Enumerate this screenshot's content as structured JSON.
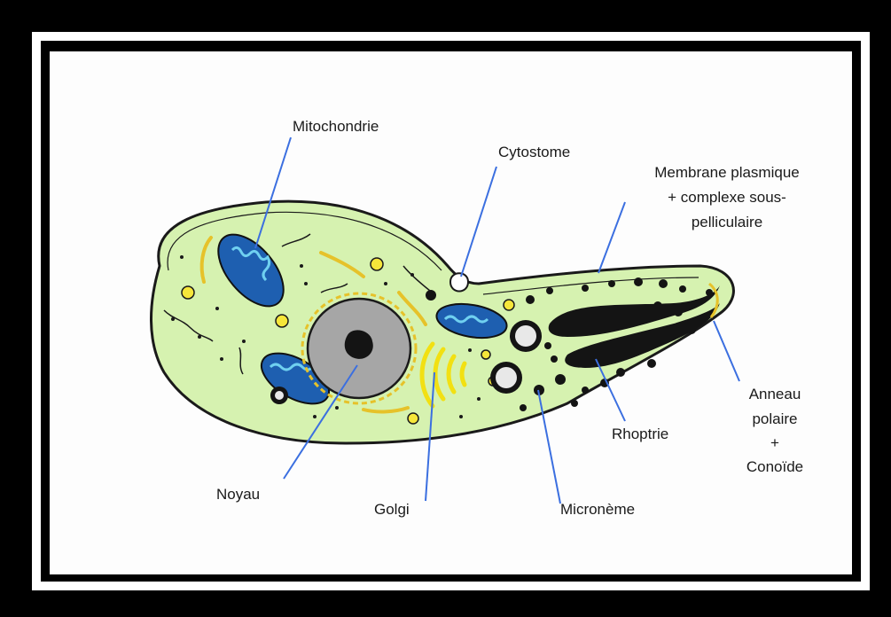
{
  "labels": {
    "mitochondrie": "Mitochondrie",
    "cytostome": "Cytostome",
    "membrane_line1": "Membrane plasmique",
    "membrane_line2": "+ complexe sous-",
    "membrane_line3": "pelliculaire",
    "noyau": "Noyau",
    "golgi": "Golgi",
    "microneme": "Micronème",
    "rhoptrie": "Rhoptrie",
    "anneau_line1": "Anneau",
    "anneau_line2": "polaire",
    "anneau_line3": "+",
    "anneau_line4": "Conoïde"
  },
  "colors": {
    "cell_fill": "#d6f2b0",
    "cell_outline": "#1a1a1a",
    "mito_fill": "#1e5fb0",
    "mito_crista": "#6fd0f0",
    "nucleus": "#a6a6a6",
    "nucleolus": "#141414",
    "golgi": "#f2e012",
    "vesicle": "#f6e63a",
    "pointer": "#3b6fe0"
  }
}
